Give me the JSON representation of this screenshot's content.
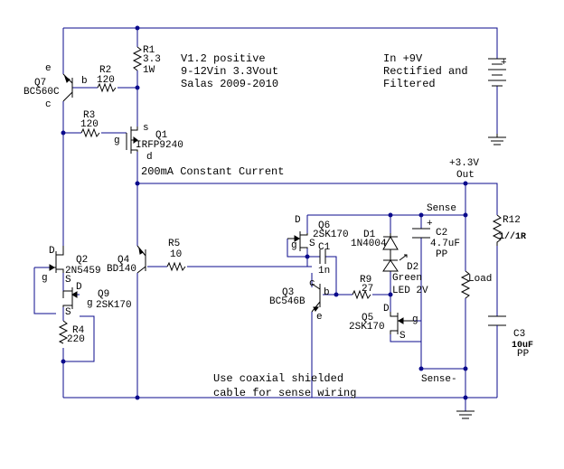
{
  "notes": {
    "version_line1": "V1.2 positive",
    "version_line2": "9-12Vin 3.3Vout",
    "version_line3": "Salas 2009-2010",
    "input_line1": "In +9V",
    "input_line2": "Rectified and",
    "input_line3": "Filtered",
    "constant_current": "200mA Constant Current",
    "coax_line1": "Use coaxial shielded",
    "coax_line2": "cable for sense wiring"
  },
  "output": {
    "voltage": "+3.3V",
    "label": "Out"
  },
  "sense": {
    "plus": "Sense",
    "minus": "Sense-",
    "load": "Load"
  },
  "components": {
    "R1": {
      "name": "R1",
      "value": "3.3",
      "extra": "1W"
    },
    "R2": {
      "name": "R2",
      "value": "120"
    },
    "R3": {
      "name": "R3",
      "value": "120"
    },
    "R4": {
      "name": "R4",
      "value": "220"
    },
    "R5": {
      "name": "R5",
      "value": "10"
    },
    "R9": {
      "name": "R9",
      "value": "27"
    },
    "R12": {
      "name": "R12",
      "value": "1//1R"
    },
    "C1": {
      "name": "C1",
      "value": "1n"
    },
    "C2": {
      "name": "C2",
      "value": "4.7uF",
      "extra": "PP"
    },
    "C3": {
      "name": "C3",
      "value": "10uF",
      "extra": "PP"
    },
    "D1": {
      "name": "D1",
      "value": "1N4004"
    },
    "D2": {
      "name": "D2",
      "value": "Green",
      "extra": "LED 2V"
    },
    "Q1": {
      "name": "Q1",
      "value": "IRFP9240",
      "pin_s": "s",
      "pin_g": "g",
      "pin_d": "d"
    },
    "Q2": {
      "name": "Q2",
      "value": "2N5459",
      "pin_d": "D",
      "pin_g": "g",
      "pin_s": "S"
    },
    "Q3": {
      "name": "Q3",
      "value": "BC546B",
      "pin_c": "c",
      "pin_b": "b",
      "pin_e": "e"
    },
    "Q4": {
      "name": "Q4",
      "value": "BD140"
    },
    "Q5": {
      "name": "Q5",
      "value": "2SK170",
      "pin_d": "D",
      "pin_g": "g",
      "pin_s": "S"
    },
    "Q6": {
      "name": "Q6",
      "value": "2SK170",
      "pin_d": "D",
      "pin_g": "g",
      "pin_s": "S"
    },
    "Q7": {
      "name": "Q7",
      "value": "BC560C",
      "pin_e": "e",
      "pin_b": "b",
      "pin_c": "c"
    },
    "Q9": {
      "name": "Q9",
      "value": "2SK170",
      "pin_d": "D",
      "pin_g": "g",
      "pin_s": "S"
    }
  },
  "battery_plus": "+",
  "c2_plus": "+",
  "colors": {
    "wire": "#0b0b8c",
    "component": "#000000",
    "background": "#ffffff"
  }
}
